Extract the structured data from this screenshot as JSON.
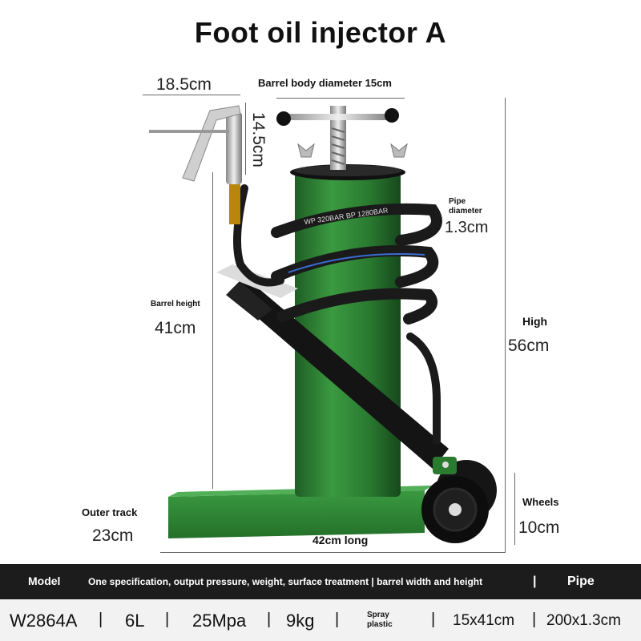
{
  "title": "Foot oil injector A",
  "dims": {
    "gun_width": "18.5cm",
    "gun_height": "14.5cm",
    "barrel_diameter": "Barrel body diameter 15cm",
    "pipe_label": "Pipe diameter",
    "pipe_value": "1.3cm",
    "barrel_height_label": "Barrel height",
    "barrel_height_value": "41cm",
    "high_label": "High",
    "high_value": "56cm",
    "outer_track_label": "Outer track",
    "outer_track_value": "23cm",
    "length": "42cm long",
    "wheels_label": "Wheels",
    "wheels_value": "10cm"
  },
  "hose_text": "WP 320BAR BP 1280BAR",
  "colors": {
    "barrel": "#2a7a30",
    "base": "#2e8a35",
    "bar": "#1c1c1c"
  },
  "spec_header": {
    "model": "Model",
    "desc": "One specification, output pressure, weight, surface treatment | barrel width and height",
    "sep": "|",
    "pipe": "Pipe"
  },
  "spec_row": {
    "model": "W2864A",
    "volume": "6L",
    "pressure": "25Mpa",
    "weight": "9kg",
    "surface": "Spray plastic",
    "barrel": "15x41cm",
    "pipe": "200x1.3cm",
    "sep": "|"
  }
}
